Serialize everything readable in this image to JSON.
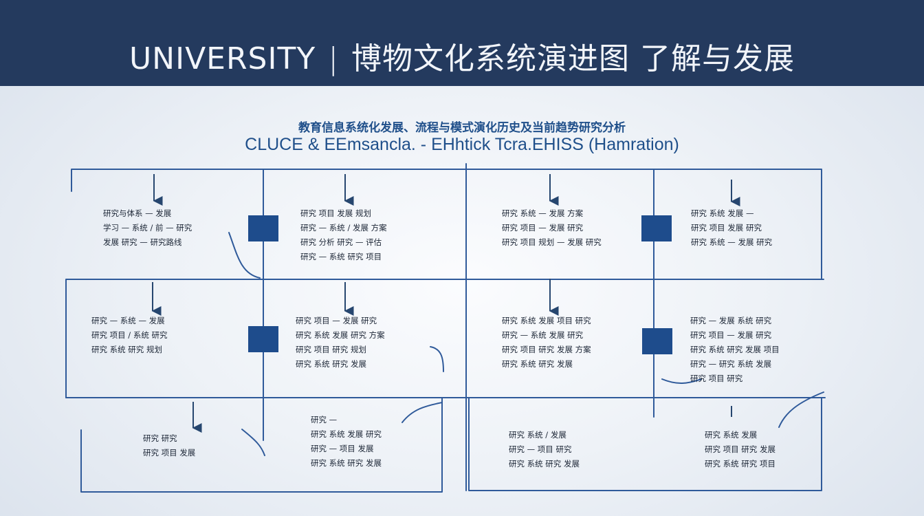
{
  "header": {
    "title_left": "UNIVERSITY",
    "separator": "|",
    "title_right": "博物文化系统演进图 了解与发展"
  },
  "subtitle": {
    "line1": "教育信息系统化发展、流程与模式演化历史及当前趋势研究分析",
    "line2": "CLUCE & EEmsancla. - EHhtick Tcra.EHISS (Hamration)"
  },
  "colors": {
    "header_bg": "#243a5e",
    "line": "#2f5a9a",
    "marker": "#1e4c8c",
    "text": "#1c2636"
  },
  "cells": [
    {
      "lines": [
        "研究与体系 — 发展",
        "学习 — 系统 / 前 — 研究",
        "发展 研究 — 研究路线"
      ]
    },
    {
      "lines": [
        "研究 项目 发展 规划",
        "研究 — 系统 / 发展 方案",
        "研究 分析 研究 — 评估",
        "研究 — 系统 研究 项目"
      ]
    },
    {
      "lines": [
        "研究 系统 — 发展 方案",
        "研究 项目 — 发展 研究",
        "研究 项目 规划 — 发展 研究"
      ]
    },
    {
      "lines": [
        "研究 系统 发展 —",
        "研究 项目 发展 研究",
        "研究 系统 — 发展 研究"
      ]
    },
    {
      "lines": [
        "研究 — 系统 — 发展",
        "研究 项目 / 系统 研究",
        "研究 系统 研究 规划"
      ]
    },
    {
      "lines": [
        "研究 项目 — 发展 研究",
        "研究 系统 发展 研究 方案",
        "研究 项目 研究 规划",
        "研究 系统 研究 发展"
      ]
    },
    {
      "lines": [
        "研究 系统 发展 项目 研究",
        "研究 — 系统 发展 研究",
        "研究 项目 研究 发展 方案",
        "研究 系统 研究 发展"
      ]
    },
    {
      "lines": [
        "研究 — 发展 系统 研究",
        "研究 项目 — 发展 研究",
        "研究 系统 研究 发展 项目",
        "研究 — 研究 系统 发展",
        "研究 项目 研究"
      ]
    },
    {
      "lines": [
        "研究 研究",
        "研究 项目 发展"
      ]
    },
    {
      "lines": [
        "研究 —",
        "研究 系统 发展 研究",
        "研究 — 项目 发展",
        "研究 系统 研究 发展"
      ]
    },
    {
      "lines": [
        "研究 系统 / 发展",
        "研究 — 项目 研究",
        "研究 系统 研究 发展"
      ]
    },
    {
      "lines": [
        "研究 系统 发展",
        "研究 项目 研究 发展",
        "研究 系统 研究 项目"
      ]
    }
  ]
}
